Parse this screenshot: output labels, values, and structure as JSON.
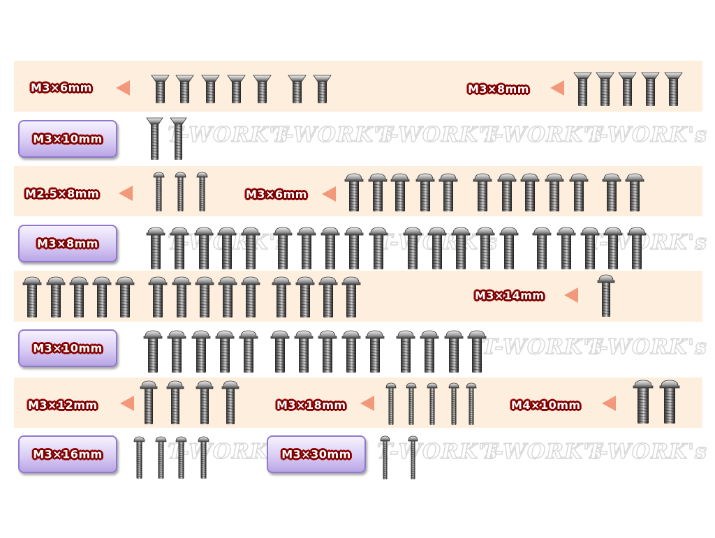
{
  "watermark": {
    "text": "T-WORK's"
  },
  "colors": {
    "band": "#fdeedd",
    "arrow": "#f2997c",
    "label_outline": "#c00000",
    "box_border": "#8f78cf"
  },
  "labels": {
    "r1_a": "M3×6mm",
    "r1_b": "M3×8mm",
    "r2_a": "M3×10mm",
    "r3_a": "M2.5×8mm",
    "r3_b": "M3×6mm",
    "r4_a": "M3×8mm",
    "r5_a": "M3×14mm",
    "r6_a": "M3×10mm",
    "r7_a": "M3×12mm",
    "r7_b": "M3×18mm",
    "r7_c": "M4×10mm",
    "r8_a": "M3×16mm",
    "r8_b": "M3×30mm"
  },
  "screw_groups": [
    {
      "name": "m3x6-countersunk",
      "count": 7,
      "head": "flat",
      "icon": "countersunk-screw-icon"
    },
    {
      "name": "m3x8-countersunk",
      "count": 5,
      "head": "flat",
      "icon": "countersunk-screw-icon"
    },
    {
      "name": "m3x10-countersunk",
      "count": 2,
      "head": "flat",
      "icon": "countersunk-screw-icon"
    },
    {
      "name": "m2.5x8-button",
      "count": 3,
      "head": "button",
      "icon": "button-head-screw-icon"
    },
    {
      "name": "m3x6-flanged",
      "count": 12,
      "head": "flanged",
      "icon": "flanged-screw-icon"
    },
    {
      "name": "m3x8-flanged",
      "count": 20,
      "head": "flanged",
      "icon": "flanged-screw-icon"
    },
    {
      "name": "m3x8-flanged-row2",
      "count": 14,
      "head": "flanged",
      "icon": "flanged-screw-icon"
    },
    {
      "name": "m3x14-flanged",
      "count": 1,
      "head": "flanged",
      "icon": "flanged-screw-icon"
    },
    {
      "name": "m3x10-flanged",
      "count": 14,
      "head": "flanged",
      "icon": "flanged-screw-icon"
    },
    {
      "name": "m3x12-flanged",
      "count": 4,
      "head": "flanged",
      "icon": "flanged-screw-icon"
    },
    {
      "name": "m3x18-button",
      "count": 5,
      "head": "button",
      "icon": "button-head-screw-icon"
    },
    {
      "name": "m4x10-flanged",
      "count": 2,
      "head": "flanged",
      "icon": "flanged-screw-icon"
    },
    {
      "name": "m3x16-button",
      "count": 4,
      "head": "button",
      "icon": "button-head-screw-icon"
    },
    {
      "name": "m3x30-button",
      "count": 2,
      "head": "button",
      "icon": "button-head-screw-icon"
    }
  ]
}
